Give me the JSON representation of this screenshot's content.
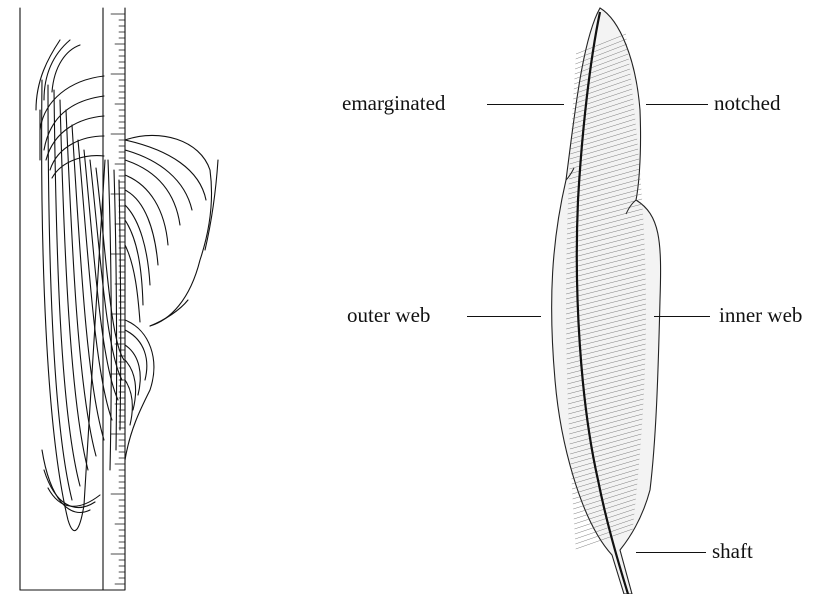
{
  "labels": {
    "emarginated": "emarginated",
    "notched": "notched",
    "outer_web": "outer web",
    "inner_web": "inner web",
    "shaft": "shaft"
  },
  "colors": {
    "ink": "#111111",
    "background": "#ffffff"
  }
}
